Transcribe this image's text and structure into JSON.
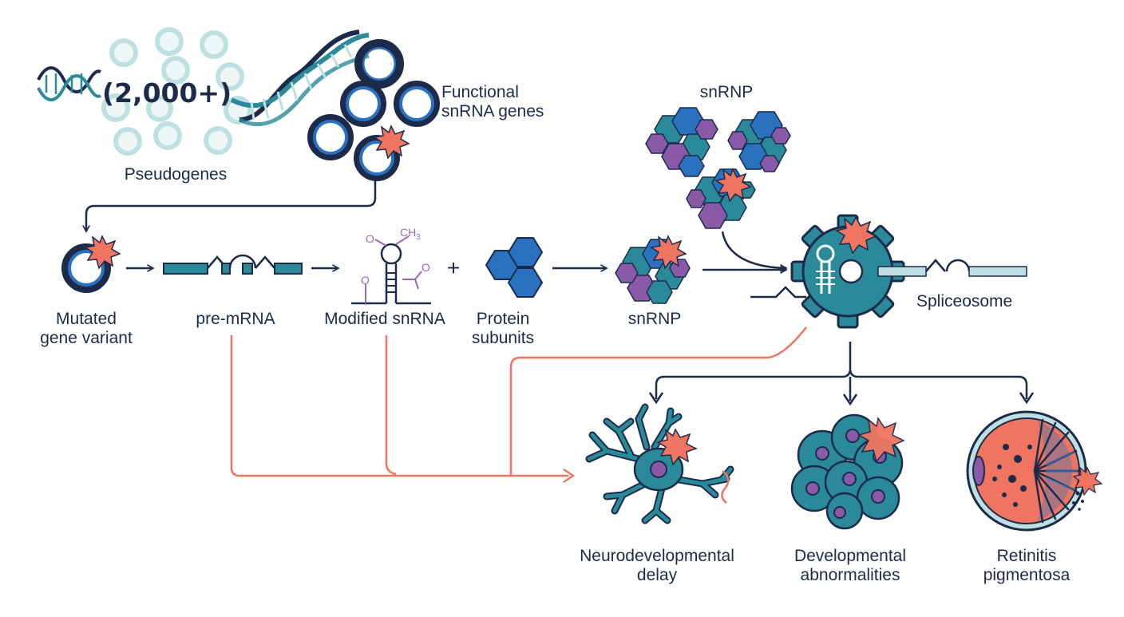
{
  "labels": {
    "pseudogene_count": "(2,000+)",
    "pseudogenes": "Pseudogenes",
    "functional_line1": "Functional",
    "functional_line2": "snRNA genes",
    "snrnp_top": "snRNP",
    "mutated_line1": "Mutated",
    "mutated_line2": "gene variant",
    "pre_mrna": "pre-mRNA",
    "modified_snrna": "Modified snRNA",
    "protein_line1": "Protein",
    "protein_line2": "subunits",
    "snrnp_mid": "snRNP",
    "spliceosome": "Spliceosome",
    "neuro_line1": "Neurodevelopmental",
    "neuro_line2": "delay",
    "dev_line1": "Developmental",
    "dev_line2": "abnormalities",
    "ret_line1": "Retinitis",
    "ret_line2": "pigmentosa",
    "chem_o": "O",
    "chem_ch3": "CH",
    "chem_sub": "3",
    "plus": "+"
  },
  "colors": {
    "navy": "#1c2b4a",
    "teal": "#2a8a9a",
    "blue": "#2a72c0",
    "purple": "#8a5aa8",
    "coral": "#f07560",
    "pale_teal": "#bfe0e2",
    "accent_purple": "#9a6ab8"
  }
}
